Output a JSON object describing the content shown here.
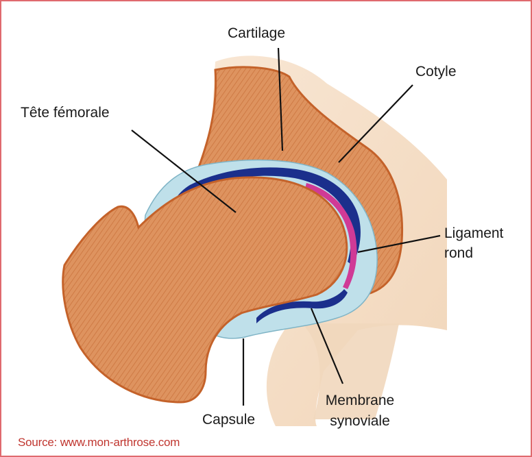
{
  "labels": {
    "cartilage": "Cartilage",
    "cotyle": "Cotyle",
    "tete_femorale": "Tête fémorale",
    "ligament_rond_line1": "Ligament",
    "ligament_rond_line2": "rond",
    "capsule": "Capsule",
    "membrane_line1": "Membrane",
    "membrane_line2": "synoviale"
  },
  "source": "Source: www.mon-arthrose.com",
  "colors": {
    "bone": "#d98a55",
    "bone_edge": "#c4622a",
    "cartilage": "#1b2f8c",
    "capsule": "#bfe0ea",
    "ligament": "#d03a96",
    "border": "#e06a6e",
    "source_text": "#c0362f"
  }
}
